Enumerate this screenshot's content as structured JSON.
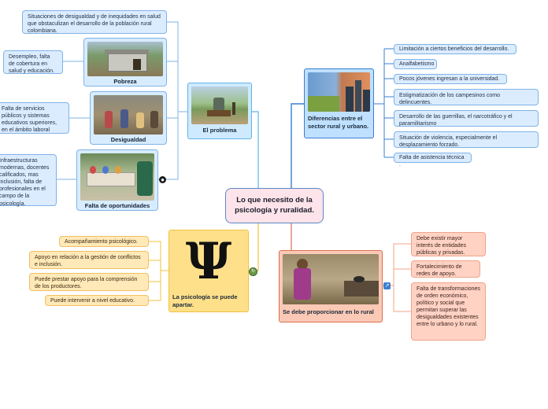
{
  "central": {
    "title": "Lo que necesito de la psicología y ruralidad."
  },
  "problem": {
    "title": "El problema",
    "groups": [
      {
        "label": "Pobreza",
        "leaves": [
          "Desempleo, falta de cobertura en salud y educación."
        ]
      },
      {
        "label": "Desigualdad",
        "leaves": [
          "Falta de servicios públicos y sistemas educativos superiores, en el ámbito laboral"
        ]
      },
      {
        "label": "Falta de oportunidades",
        "leaves": [
          "Infraestructuras modernas, docentes calificados, mas inclusión, falta de profesionales en el campo de la psicología."
        ]
      }
    ],
    "top_leaf": "Situaciones de desigualdad y de inequidades en salud que obstaculizan el desarrollo de la población rural colombiana."
  },
  "differences": {
    "title": "Diferencias entre el sector rural y urbano.",
    "leaves": [
      "Limitación a ciertos beneficios del desarrollo.",
      "Analfabetismo",
      "Pocos jóvenes ingresan  a la universidad.",
      "Estigmatización de los campesinos como delincuentes.",
      "Desarrollo de las guerrillas, el narcotráfico y el paramilitarismo",
      "Situación de violencia, especialmente el desplazamiento forzado.",
      "Falta de asistencia técnica ."
    ]
  },
  "psychology": {
    "title": "La psicología se puede apartar.",
    "symbol": "Ψ",
    "leaves": [
      "Acompañamiento psicológico.",
      "Apoyo en relación a la gestión de conflictos e inclusión.",
      "Puede prestar apoyo para la comprensión de los productores.",
      "Puede intervenir a nivel educativo."
    ]
  },
  "rural": {
    "title": "Se debe proporcionar en lo rural",
    "leaves": [
      "Debe existir mayor interés de entidades públicas y privadas.",
      "Fortalecimiento de redes de apoyo.",
      "Falta de transformaciones de orden económico, político y social que permitan superar las desigualdades existentes entre lo urbano y lo rural."
    ]
  },
  "colors": {
    "blue_line": "#3a7fd0",
    "sky_line": "#5fb3e8",
    "yellow_line": "#f0c040",
    "salmon_line": "#d87050",
    "central_border": "#5b86c4"
  },
  "icons": [
    "globe-icon",
    "refresh-icon",
    "link-icon"
  ]
}
